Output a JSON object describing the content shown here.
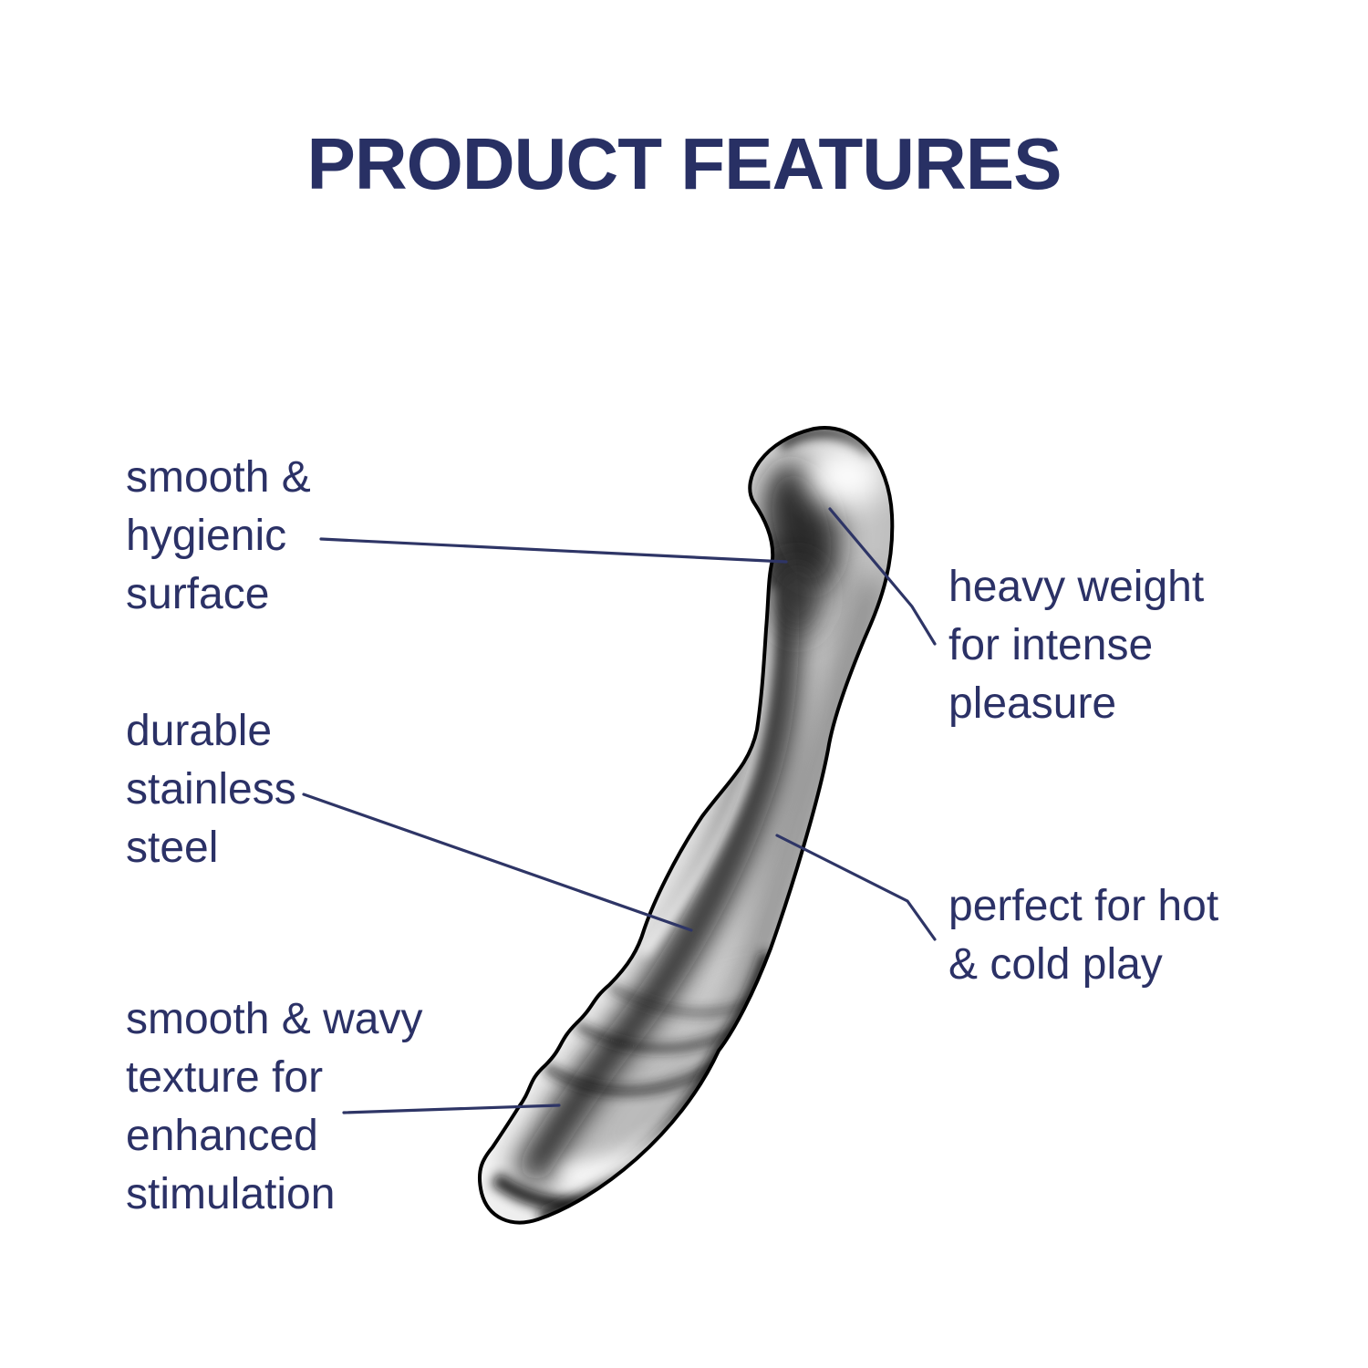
{
  "title": "PRODUCT FEATURES",
  "colors": {
    "accent_navy_text": "#283064",
    "callout_line_navy": "#2e3566",
    "background": "#ffffff",
    "product_outline": "#000000"
  },
  "callouts": [
    {
      "id": "smooth-hygienic-surface",
      "side": "left",
      "text": "smooth &\nhygienic\nsurface"
    },
    {
      "id": "heavy-weight",
      "side": "right",
      "text": "heavy weight\nfor intense\npleasure"
    },
    {
      "id": "durable-stainless-steel",
      "side": "left",
      "text": "durable\nstainless\nsteel"
    },
    {
      "id": "perfect-hot-cold",
      "side": "right",
      "text": "perfect for hot\n& cold play"
    },
    {
      "id": "smooth-wavy-texture",
      "side": "left",
      "text": "smooth & wavy\ntexture for\nenhanced\nstimulation"
    }
  ]
}
